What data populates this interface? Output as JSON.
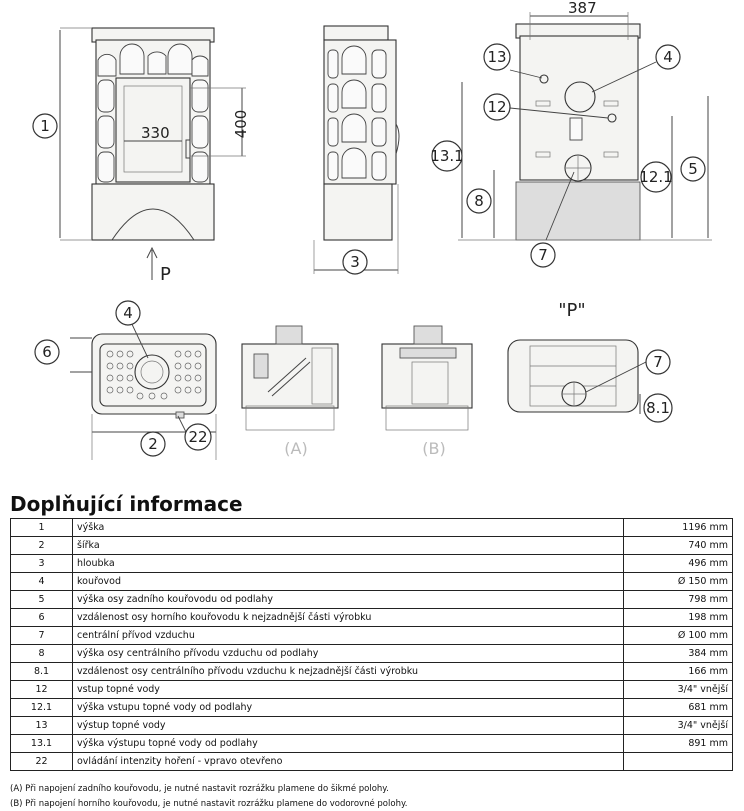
{
  "drawing": {
    "callouts": [
      "1",
      "3",
      "13",
      "4",
      "12",
      "13.1",
      "8",
      "12.1",
      "5",
      "7",
      "4",
      "6",
      "2",
      "22",
      "7",
      "8.1"
    ],
    "dimensions": [
      "330",
      "400",
      "387"
    ],
    "view_label": "P",
    "view_title": "\"P\"",
    "section_a": "(A)",
    "section_b": "(B)"
  },
  "info": {
    "title": "Doplňující informace",
    "rows": [
      {
        "num": "1",
        "desc": "výška",
        "value": "1196 mm"
      },
      {
        "num": "2",
        "desc": "šířka",
        "value": "740 mm"
      },
      {
        "num": "3",
        "desc": "hloubka",
        "value": "496 mm"
      },
      {
        "num": "4",
        "desc": "kouřovod",
        "value": "Ø 150 mm"
      },
      {
        "num": "5",
        "desc": "výška osy zadního kouřovodu od podlahy",
        "value": "798 mm"
      },
      {
        "num": "6",
        "desc": "vzdálenost osy horního kouřovodu k nejzadnější části výrobku",
        "value": "198 mm"
      },
      {
        "num": "7",
        "desc": "centrální přívod vzduchu",
        "value": "Ø 100 mm"
      },
      {
        "num": "8",
        "desc": "výška osy centrálního přívodu vzduchu od podlahy",
        "value": "384 mm"
      },
      {
        "num": "8.1",
        "desc": "vzdálenost osy centrálního přívodu vzduchu k nejzadnější části výrobku",
        "value": "166 mm"
      },
      {
        "num": "12",
        "desc": "vstup topné vody",
        "value": "3/4\" vnější"
      },
      {
        "num": "12.1",
        "desc": "výška vstupu topné vody od podlahy",
        "value": "681 mm"
      },
      {
        "num": "13",
        "desc": "výstup topné vody",
        "value": "3/4\" vnější"
      },
      {
        "num": "13.1",
        "desc": "výška výstupu topné vody od podlahy",
        "value": "891 mm"
      },
      {
        "num": "22",
        "desc": "ovládání intenzity hoření - vpravo otevřeno",
        "value": ""
      }
    ],
    "notes": [
      "(A) Při napojení zadního kouřovodu, je nutné nastavit rozrážku plamene do šikmé polohy.",
      "(B) Při napojení horního kouřovodu, je nutné nastavit rozrážku plamene do vodorovné polohy."
    ]
  }
}
